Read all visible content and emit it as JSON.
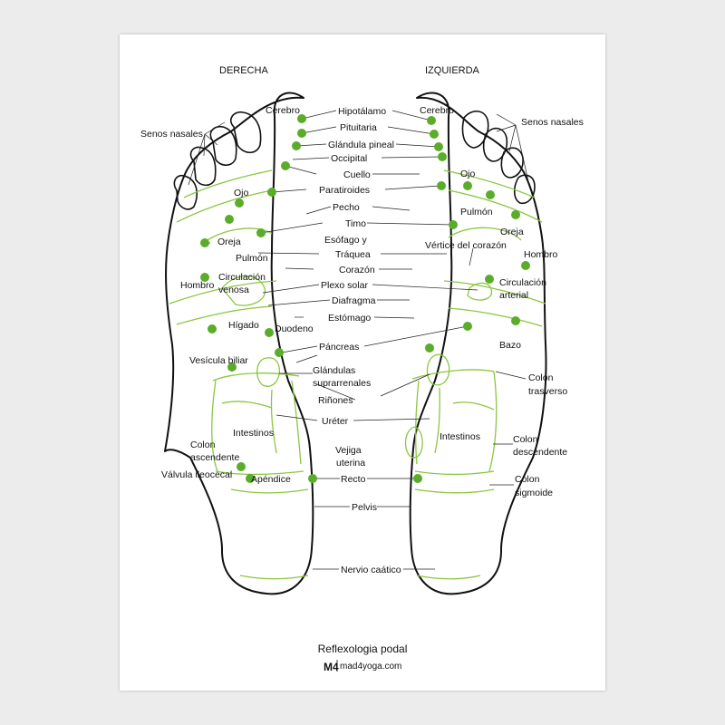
{
  "headers": {
    "right_foot": "DERECHA",
    "left_foot": "IZQUIERDA"
  },
  "labels": {
    "center": [
      "Hipotálamo",
      "Pituitaria",
      "Glándula pineal",
      "Occipital",
      "Cuello",
      "Paratiroides",
      "Pecho",
      "Timo",
      "Esófago y",
      "Tráquea",
      "Corazón",
      "Plexo solar",
      "Diafragma",
      "Estómago",
      "Páncreas",
      "Glándulas",
      "suprarrenales",
      "Riñones",
      "Uréter",
      "Vejiga",
      "uterina",
      "Recto",
      "Pelvis",
      "Nervio caático"
    ],
    "right_side": [
      "Cerebro",
      "Senos nasales",
      "Ojo",
      "Oreja",
      "Pulmón",
      "Circulación",
      "venosa",
      "Hombro",
      "Hígado",
      "Duodeno",
      "Vesícula biliar",
      "Intestinos",
      "Colon",
      "ascendente",
      "Válvula ileocecal",
      "Apéndice"
    ],
    "left_side": [
      "Cerebro",
      "Senos nasales",
      "Ojo",
      "Pulmón",
      "Oreja",
      "Vértice del corazón",
      "Hombro",
      "Circulación",
      "arterial",
      "Bazo",
      "Colon",
      "trasverso",
      "Intestinos",
      "Colon",
      "descendente",
      "Colon",
      "sigmoide"
    ]
  },
  "footer": {
    "title": "Reflexologia podal",
    "logo_mark": "M4",
    "site": "mad4yoga.com"
  },
  "colors": {
    "zone_green": "#8cc63f",
    "dot_green": "#5aac2a",
    "outline": "#111111"
  }
}
